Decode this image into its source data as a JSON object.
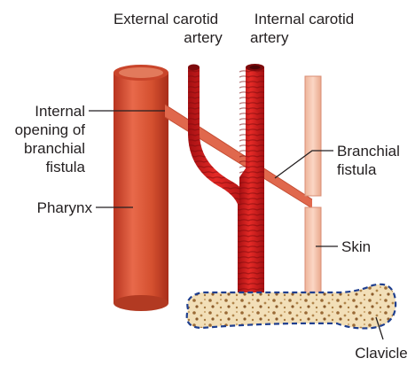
{
  "labels": {
    "external_carotid_line1": "External carotid",
    "external_carotid_line2": "artery",
    "internal_carotid_line1": "Internal carotid",
    "internal_carotid_line2": "artery",
    "internal_opening_line1": "Internal",
    "internal_opening_line2": "opening of",
    "internal_opening_line3": "branchial",
    "internal_opening_line4": "fistula",
    "pharynx": "Pharynx",
    "branchial_fistula_line1": "Branchial",
    "branchial_fistula_line2": "fistula",
    "skin": "Skin",
    "clavicle": "Clavicle"
  },
  "colors": {
    "pharynx": "#d9553a",
    "artery": "#d21f1f",
    "fistula": "#e0684d",
    "skin": "#f6c7b2",
    "clavicle": "#f2dfb8",
    "clavicle_outline": "#1f3f8f"
  }
}
